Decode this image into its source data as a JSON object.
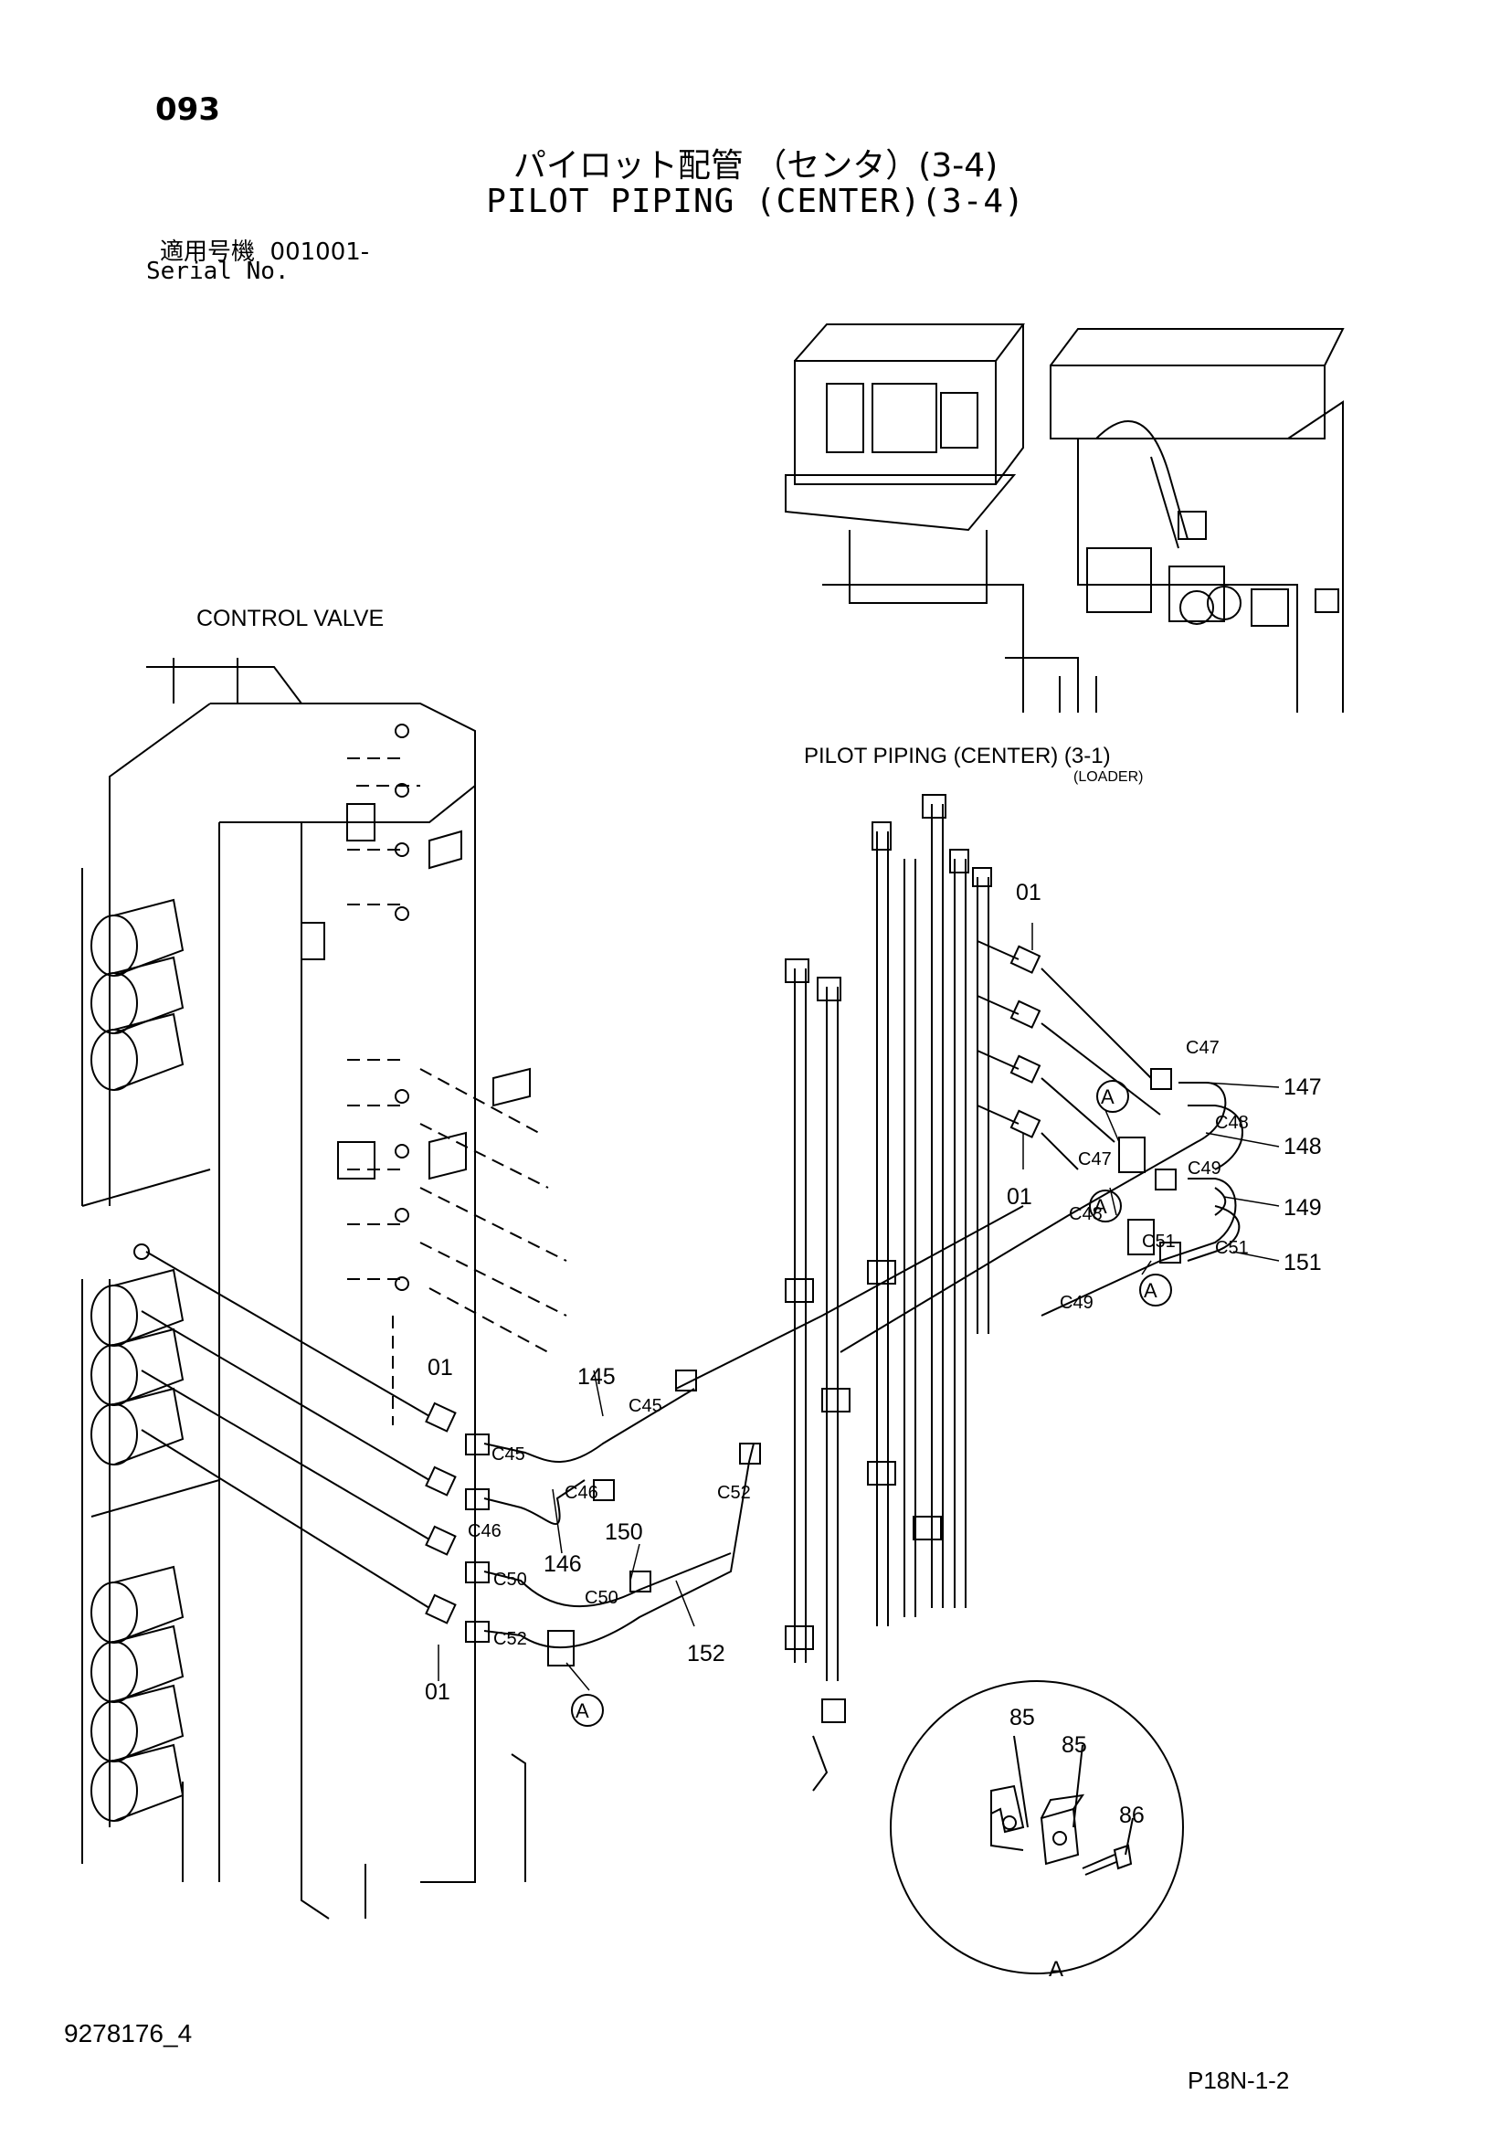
{
  "header": {
    "page_number": "093",
    "title_jp": "パイロット配管 （センタ）(3-4)",
    "title_en": "PILOT PIPING (CENTER)(3-4)",
    "serial_label_jp": "適用号機",
    "serial_value": "001001-",
    "serial_label_en": "Serial No."
  },
  "labels": {
    "control_valve": "CONTROL VALVE",
    "pilot_piping_ref": "PILOT PIPING (CENTER) (3-1)",
    "loader": "(LOADER)",
    "detail_view": "A"
  },
  "part_numbers": {
    "p01": "01",
    "p145": "145",
    "p146": "146",
    "p147": "147",
    "p148": "148",
    "p149": "149",
    "p150": "150",
    "p151": "151",
    "p152": "152",
    "p85": "85",
    "p86": "86"
  },
  "connectors": {
    "c45": "C45",
    "c46": "C46",
    "c47": "C47",
    "c48": "C48",
    "c49": "C49",
    "c50": "C50",
    "c51": "C51",
    "c52": "C52"
  },
  "footer": {
    "doc_id": "9278176_4",
    "page_code": "P18N-1-2"
  }
}
